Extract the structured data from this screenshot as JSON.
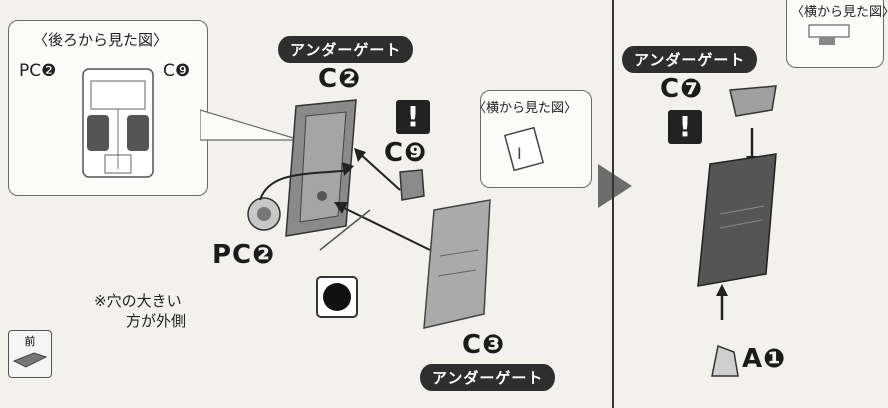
{
  "back_view": {
    "title": "〈後ろから見た図〉",
    "left_part": "PC❷",
    "right_part": "C❾"
  },
  "main": {
    "under_gate_1": "アンダーゲート",
    "part_c2": "C❷",
    "part_c9": "C❾",
    "part_pc2": "PC❷",
    "part_c3": "C❸",
    "under_gate_2": "アンダーゲート",
    "note_line1": "※穴の大きい",
    "note_line2": "方が外側",
    "caution": "!"
  },
  "side_view": {
    "title": "〈横から見た図〉"
  },
  "right_panel": {
    "under_gate": "アンダーゲート",
    "part_c7": "C❼",
    "part_a1": "A❶",
    "caution": "!",
    "side_view_title": "〈横から見た図〉"
  },
  "front_button": {
    "label": "前"
  }
}
